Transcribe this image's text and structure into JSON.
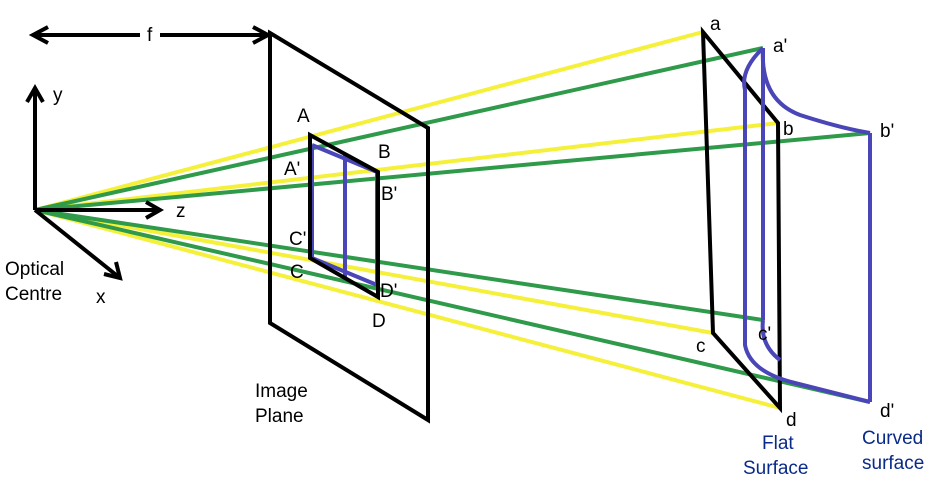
{
  "colors": {
    "yellow": "#f5f03a",
    "green": "#2e9a4a",
    "blue": "#4a46b8",
    "black": "#000000",
    "label_blue": "#0a2a8a"
  },
  "labels": {
    "focal_length": "f",
    "axis_y": "y",
    "axis_z": "z",
    "axis_x": "x",
    "optical_centre_line1": "Optical",
    "optical_centre_line2": "Centre",
    "image_plane_line1": "Image",
    "image_plane_line2": "Plane",
    "point_A": "A",
    "point_A_prime": "A'",
    "point_B": "B",
    "point_B_prime": "B'",
    "point_C": "C",
    "point_C_prime": "C'",
    "point_D": "D",
    "point_D_prime": "D'",
    "point_a": "a",
    "point_a_prime": "a'",
    "point_b": "b",
    "point_b_prime": "b'",
    "point_c": "c",
    "point_c_prime": "c'",
    "point_d": "d",
    "point_d_prime": "d'",
    "flat_surface_line1": "Flat",
    "flat_surface_line2": "Surface",
    "curved_surface_line1": "Curved",
    "curved_surface_line2": "surface"
  }
}
